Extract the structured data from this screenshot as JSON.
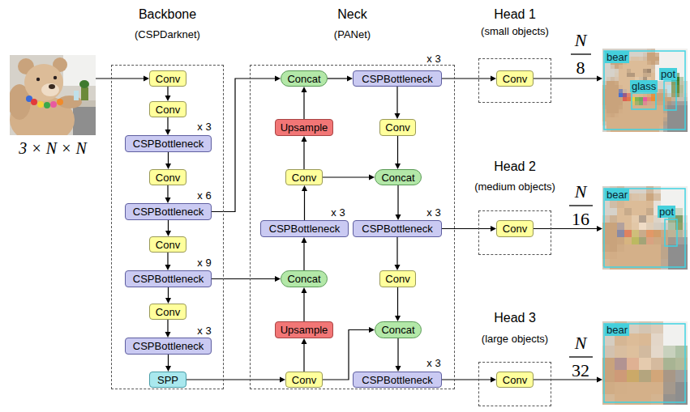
{
  "diagram": {
    "nodes": [
      {
        "text": [
          "3 × N × N"
        ]
      },
      {
        "text": [
          "Backbone",
          "(CSPDarknet)"
        ]
      },
      {
        "text": [
          "Conv"
        ],
        "in": 1
      },
      {
        "text": [
          "Conv"
        ],
        "in": 1
      },
      {
        "text": [
          "CSPBottleneck"
        ],
        "in": 1
      },
      {
        "text": [
          "Conv"
        ],
        "in": 1
      },
      {
        "text": [
          "CSPBottleneck"
        ],
        "in": 1
      },
      {
        "text": [
          "Conv"
        ],
        "in": 1
      },
      {
        "text": [
          "CSPBottleneck"
        ],
        "in": 1
      },
      {
        "text": [
          "Conv"
        ],
        "in": 1
      },
      {
        "text": [
          "CSPBottleneck"
        ],
        "in": 1
      },
      {
        "text": [
          "SPP"
        ],
        "in": 1
      },
      {
        "text": [
          "Neck",
          "(PANet)"
        ]
      },
      {
        "text": [
          "Concat"
        ],
        "in": 12
      },
      {
        "text": [
          "CSPBottleneck"
        ],
        "in": 12
      },
      {
        "text": [
          "Upsample"
        ],
        "in": 12
      },
      {
        "text": [
          "Conv"
        ],
        "in": 12
      },
      {
        "text": [
          "Conv"
        ],
        "in": 12
      },
      {
        "text": [
          "Concat"
        ],
        "in": 12
      },
      {
        "text": [
          "CSPBottleneck"
        ],
        "in": 12
      },
      {
        "text": [
          "CSPBottleneck"
        ],
        "in": 12
      },
      {
        "text": [
          "Concat"
        ],
        "in": 12
      },
      {
        "text": [
          "Conv"
        ],
        "in": 12
      },
      {
        "text": [
          "Upsample"
        ],
        "in": 12
      },
      {
        "text": [
          "Concat"
        ],
        "in": 12
      },
      {
        "text": [
          "Conv"
        ],
        "in": 12
      },
      {
        "text": [
          "CSPBottleneck"
        ],
        "in": 12
      },
      {
        "text": [
          "Head 1",
          "(small objects)"
        ]
      },
      {
        "text": [
          "Conv"
        ],
        "in": 27
      },
      {
        "text": [
          "bear",
          "glass",
          "pot"
        ]
      },
      {
        "text": [
          "Head 2",
          "(medium objects)"
        ]
      },
      {
        "text": [
          "Conv"
        ],
        "in": 30
      },
      {
        "text": [
          "bear",
          "pot"
        ]
      },
      {
        "text": [
          "Head 3",
          "(large objects)"
        ]
      },
      {
        "text": [
          "Conv"
        ],
        "in": 33
      },
      {
        "text": [
          "bear"
        ]
      }
    ],
    "edges": [
      {
        "from": 0,
        "to": 2,
        "arrow": "to"
      },
      {
        "from": 2,
        "to": 3,
        "arrow": "to"
      },
      {
        "from": 3,
        "to": 4,
        "arrow": "to"
      },
      {
        "from": 4,
        "to": 5,
        "arrow": "to"
      },
      {
        "from": 5,
        "to": 6,
        "arrow": "to"
      },
      {
        "from": 6,
        "to": 7,
        "arrow": "to"
      },
      {
        "from": 7,
        "to": 8,
        "arrow": "to"
      },
      {
        "from": 8,
        "to": 9,
        "arrow": "to"
      },
      {
        "from": 9,
        "to": 10,
        "arrow": "to"
      },
      {
        "from": 10,
        "to": 11,
        "arrow": "to"
      },
      {
        "from": 6,
        "to": 13,
        "arrow": "to"
      },
      {
        "from": 8,
        "to": 21,
        "arrow": "to"
      },
      {
        "from": 11,
        "to": 25,
        "arrow": "to"
      },
      {
        "from": 25,
        "to": 23,
        "arrow": "to"
      },
      {
        "from": 23,
        "to": 21,
        "arrow": "to"
      },
      {
        "from": 21,
        "to": 19,
        "arrow": "to"
      },
      {
        "from": 19,
        "to": 17,
        "arrow": "to"
      },
      {
        "from": 17,
        "to": 15,
        "arrow": "to"
      },
      {
        "from": 15,
        "to": 13,
        "arrow": "to"
      },
      {
        "from": 17,
        "to": 18,
        "arrow": "to"
      },
      {
        "from": 25,
        "to": 24,
        "arrow": "to"
      },
      {
        "from": 13,
        "to": 14,
        "arrow": "to"
      },
      {
        "from": 14,
        "to": 16,
        "arrow": "to"
      },
      {
        "from": 16,
        "to": 18,
        "arrow": "to"
      },
      {
        "from": 18,
        "to": 20,
        "arrow": "to"
      },
      {
        "from": 20,
        "to": 22,
        "arrow": "to"
      },
      {
        "from": 22,
        "to": 24,
        "arrow": "to"
      },
      {
        "from": 24,
        "to": 26,
        "arrow": "to"
      },
      {
        "from": 14,
        "to": 28,
        "arrow": "to"
      },
      {
        "from": 20,
        "to": 31,
        "arrow": "to"
      },
      {
        "from": 26,
        "to": 34,
        "arrow": "to"
      },
      {
        "from": 28,
        "to": 29,
        "arrow": "to"
      },
      {
        "from": 31,
        "to": 32,
        "arrow": "to"
      },
      {
        "from": 34,
        "to": 35,
        "arrow": "to"
      }
    ],
    "labels": [
      "x 3",
      "x 6",
      "x 9",
      "x 3",
      "x 3",
      "x 3",
      "x 3",
      "x 3",
      "N",
      "8",
      "N",
      "16",
      "N",
      "32"
    ]
  }
}
